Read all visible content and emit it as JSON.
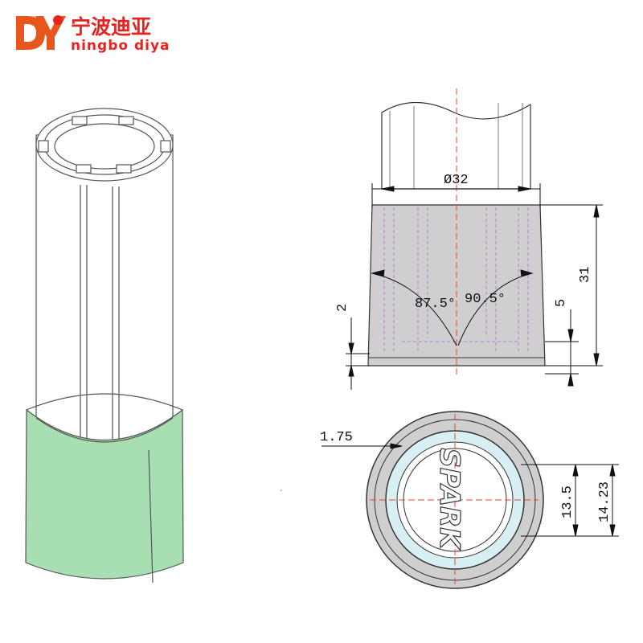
{
  "brand": {
    "name_cn": "宁波迪亚",
    "name_en": "ningbo diya",
    "logo_mark": "DY",
    "color": "#e8231e"
  },
  "side_view": {
    "diameter": "Ø32",
    "height": "31",
    "step_left": "2",
    "step_right": "5",
    "angle_left": "87.5°",
    "angle_right": "90.5°"
  },
  "section_view": {
    "wall": "1.75",
    "inner_width": "13.5",
    "outer_width": "14.23",
    "stamp": "SPARK"
  },
  "colors": {
    "cap_green": "#a8dfb2",
    "cap_gray": "#cfcfcf",
    "centerline": "#e8412b",
    "hidden_line": "#b06ad0"
  }
}
